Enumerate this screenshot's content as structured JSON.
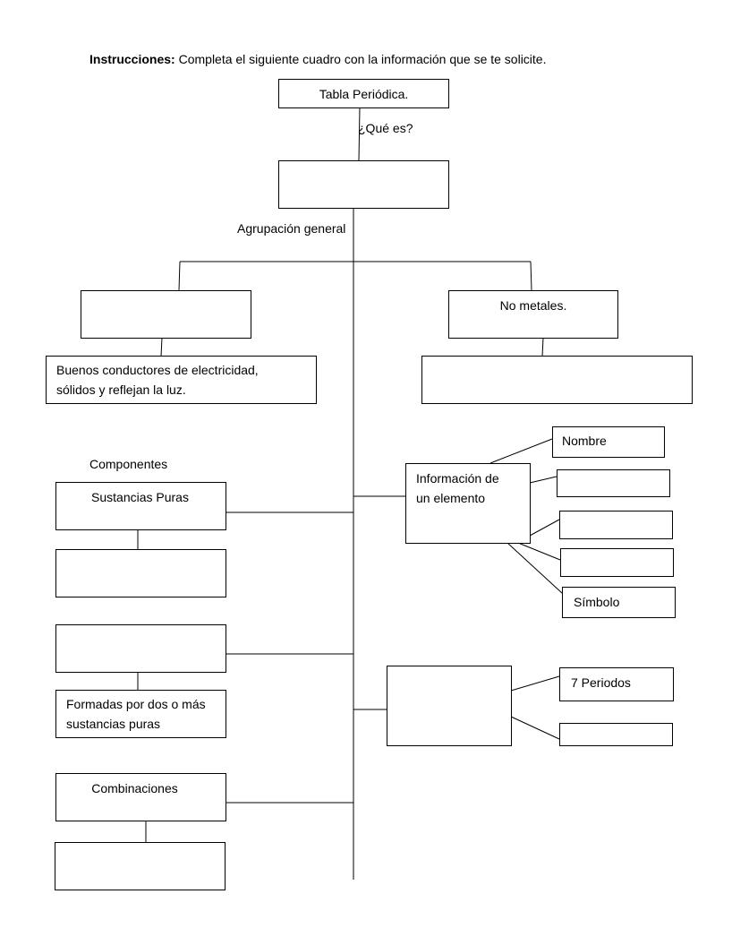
{
  "instructions": {
    "label": "Instrucciones:",
    "text": " Completa el siguiente cuadro con la información que se te solicite."
  },
  "boxes": {
    "tabla": "Tabla Periódica.",
    "que_es_answer": "",
    "metales": "",
    "no_metales": "No metales.",
    "metales_desc_line1": "Buenos conductores  de electricidad,",
    "metales_desc_line2": "sólidos y reflejan la luz.",
    "no_metales_desc": "",
    "sustancias_puras": "Sustancias Puras",
    "sustancias_puras_desc": "",
    "mezclas": "",
    "mezclas_desc_line1": "Formadas por dos o más",
    "mezclas_desc_line2": "sustancias puras",
    "combinaciones": "Combinaciones",
    "combinaciones_desc": "",
    "info_elemento_line1": "Información de",
    "info_elemento_line2": "un elemento",
    "nombre": "Nombre",
    "info_2": "",
    "info_3": "",
    "info_4": "",
    "simbolo": "Símbolo",
    "estructura": "",
    "periodos": "7 Periodos",
    "grupos": ""
  },
  "labels": {
    "que_es": "¿Qué es?",
    "agrupacion": "Agrupación general",
    "componentes": "Componentes"
  }
}
